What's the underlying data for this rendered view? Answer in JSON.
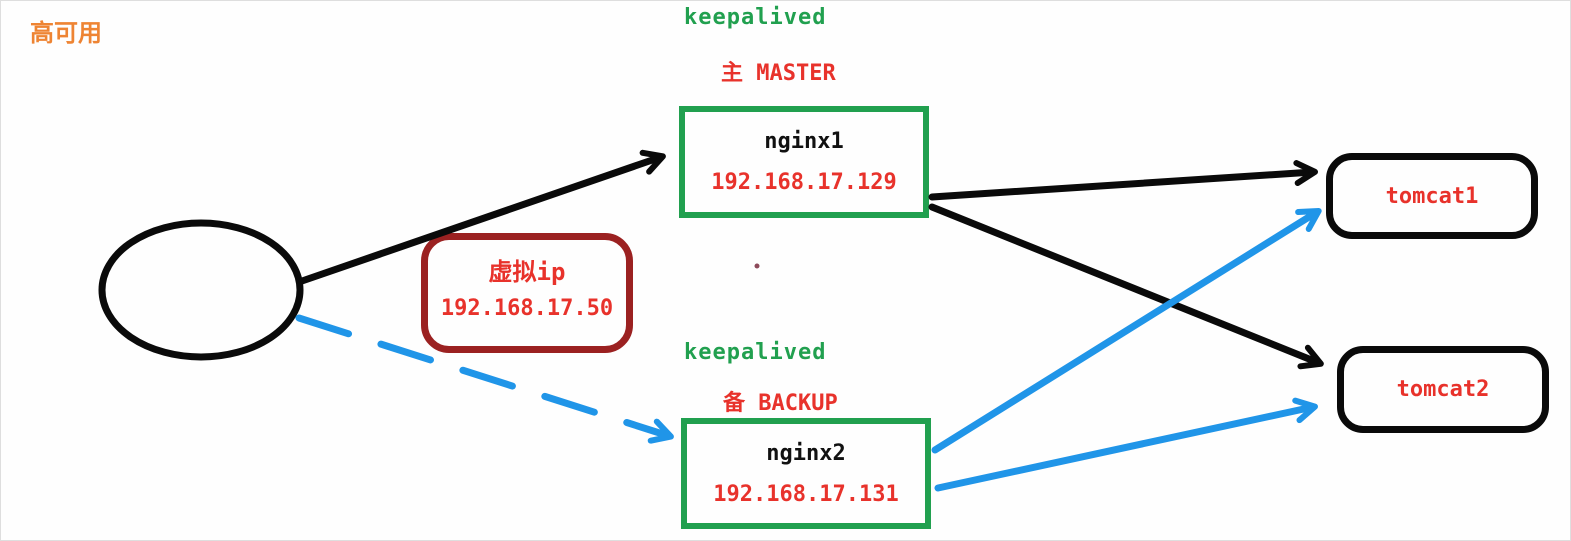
{
  "diagram": {
    "title": "高可用"
  },
  "colors": {
    "orange": "#ee8433",
    "green": "#21a04f",
    "red": "#e8322b",
    "maroon": "#9b2121",
    "blue": "#2095e8",
    "black": "#0a0a0a"
  },
  "nodes": {
    "virtual_ip": {
      "label": "虚拟ip",
      "ip": "192.168.17.50"
    },
    "nginx1": {
      "service": "keepalived",
      "role": "主 MASTER",
      "name": "nginx1",
      "ip": "192.168.17.129"
    },
    "nginx2": {
      "service": "keepalived",
      "role": "备 BACKUP",
      "name": "nginx2",
      "ip": "192.168.17.131"
    },
    "tomcat1": {
      "name": "tomcat1"
    },
    "tomcat2": {
      "name": "tomcat2"
    }
  },
  "edges": [
    {
      "from": "client",
      "to": "nginx1",
      "color": "black",
      "style": "solid",
      "arrow": "end"
    },
    {
      "from": "client",
      "to": "nginx2",
      "color": "blue",
      "style": "dashed",
      "arrow": "end"
    },
    {
      "from": "nginx1",
      "to": "tomcat1",
      "color": "black",
      "style": "solid",
      "arrow": "end"
    },
    {
      "from": "nginx1",
      "to": "tomcat2",
      "color": "black",
      "style": "solid",
      "arrow": "end"
    },
    {
      "from": "nginx2",
      "to": "tomcat1",
      "color": "blue",
      "style": "solid",
      "arrow": "end"
    },
    {
      "from": "nginx2",
      "to": "tomcat2",
      "color": "blue",
      "style": "solid",
      "arrow": "end"
    }
  ]
}
